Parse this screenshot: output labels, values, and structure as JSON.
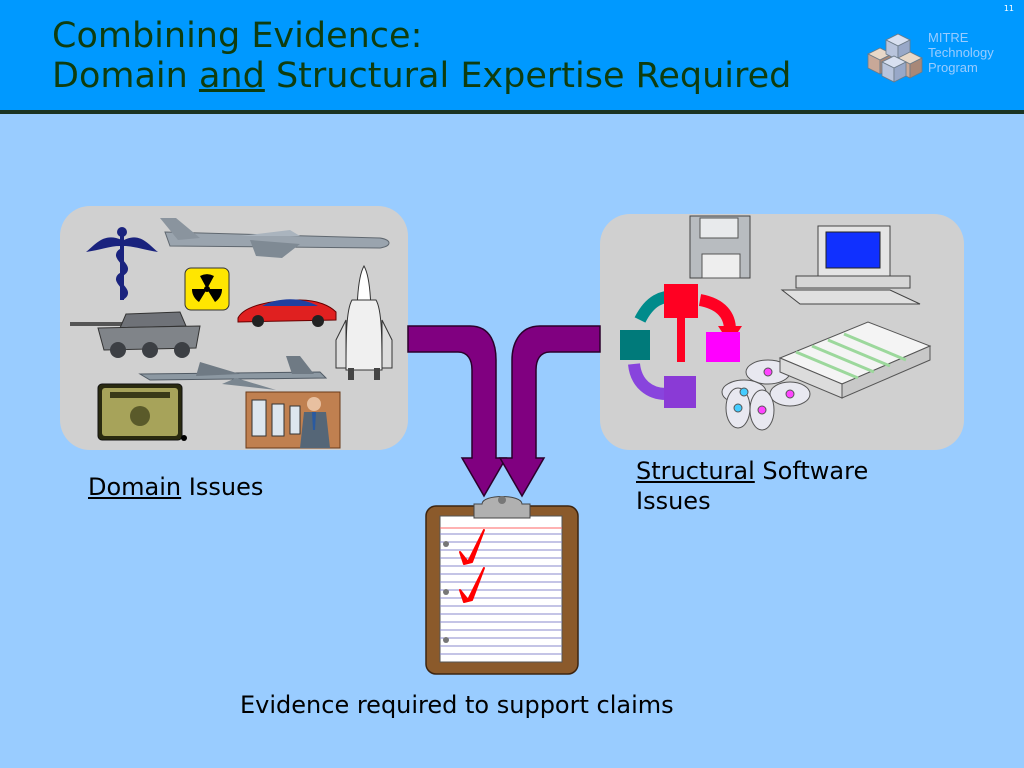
{
  "slide": {
    "number": "11",
    "title_line1": "Combining Evidence:",
    "title_line2_a": "Domain",
    "title_line2_b": "and",
    "title_line2_c": "Structural Expertise Required"
  },
  "logo": {
    "line1": "MITRE",
    "line2": "Technology",
    "line3": "Program"
  },
  "labels": {
    "domain_a": "Domain",
    "domain_b": "Issues",
    "struct_a": "Structural",
    "struct_b": "Software",
    "struct_c": "Issues",
    "evidence": "Evidence required to support claims"
  },
  "colors": {
    "header": "#0099ff",
    "background": "#99ccff",
    "title": "#0f3d0f",
    "arrow": "#800080",
    "checkmark": "#ff0000"
  }
}
